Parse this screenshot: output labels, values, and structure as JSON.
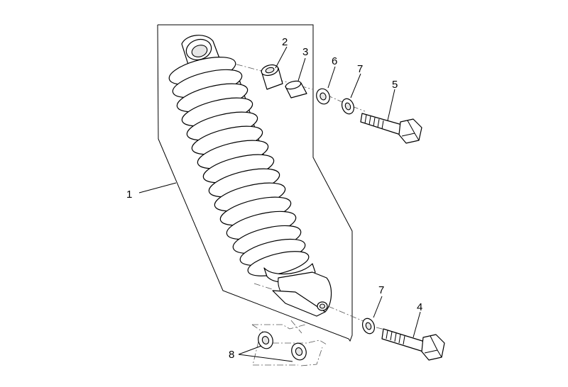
{
  "callouts": [
    {
      "id": "c1",
      "label": "1",
      "part": "shock-absorber"
    },
    {
      "id": "c2",
      "label": "2",
      "part": "bushing"
    },
    {
      "id": "c3",
      "label": "3",
      "part": "spacer"
    },
    {
      "id": "c4",
      "label": "4",
      "part": "lower-bolt"
    },
    {
      "id": "c5",
      "label": "5",
      "part": "upper-bolt"
    },
    {
      "id": "c6",
      "label": "6",
      "part": "washer"
    },
    {
      "id": "c7a",
      "label": "7",
      "part": "upper-washer"
    },
    {
      "id": "c7b",
      "label": "7",
      "part": "lower-washer"
    },
    {
      "id": "c8",
      "label": "8",
      "part": "washers-pair"
    }
  ]
}
